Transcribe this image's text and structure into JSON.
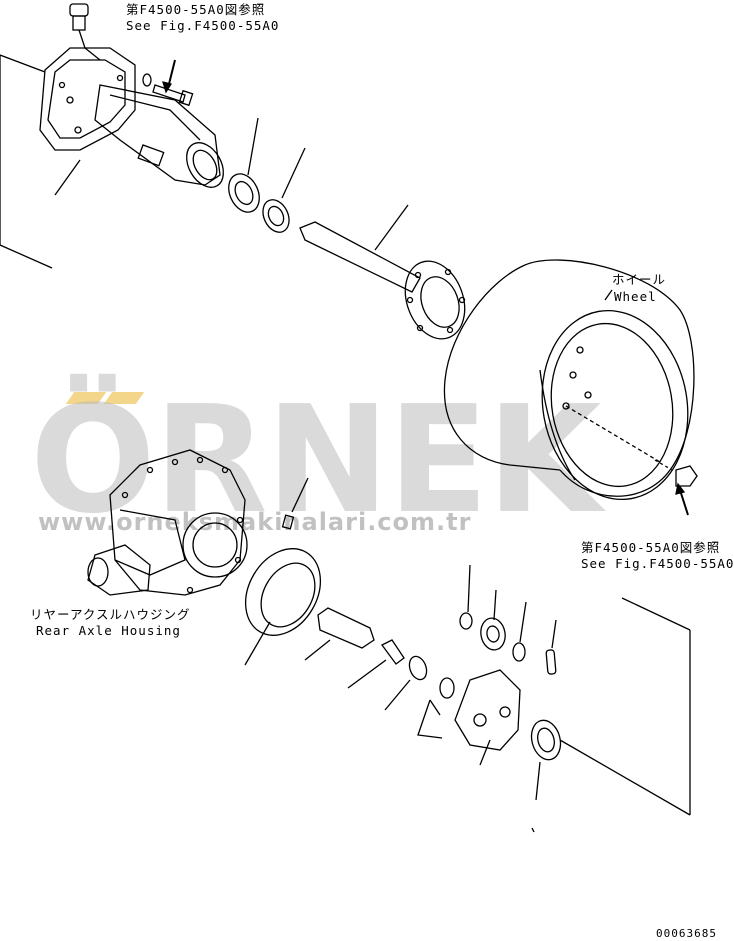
{
  "labels": {
    "ref_top_jp": "第F4500-55A0図参照",
    "ref_top_en": "See Fig.F4500-55A0",
    "wheel_jp": "ホイール",
    "wheel_en": "Wheel",
    "ref_right_jp": "第F4500-55A0図参照",
    "ref_right_en": "See Fig.F4500-55A0",
    "housing_jp": "リヤーアクスルハウジング",
    "housing_en": "Rear Axle Housing",
    "drawing_number": "00063685"
  },
  "watermark": {
    "brand": "ÖRNEK",
    "url": "www.orneksmakinalari.com.tr",
    "brand_color": "#bcbcbc",
    "accent_color": "#f2d27c"
  }
}
